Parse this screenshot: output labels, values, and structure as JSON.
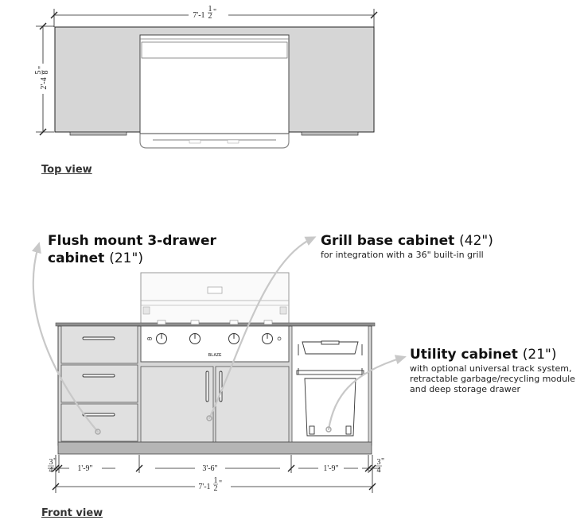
{
  "top_view": {
    "label": "Top view",
    "width_dim": {
      "feet": "7'-1",
      "num": "1",
      "den": "2",
      "suffix": "\""
    },
    "depth_dim": {
      "feet": "2'-4",
      "num": "5",
      "den": "8",
      "suffix": "\""
    }
  },
  "front_view": {
    "label": "Front view",
    "dims": {
      "left_edge": {
        "num": "3",
        "den": "4",
        "suffix": "\""
      },
      "drawer_cabinet": "1'-9\"",
      "grill_cabinet": "3'-6\"",
      "utility_cabinet": "1'-9\"",
      "right_edge": {
        "num": "3",
        "den": "4",
        "suffix": "\""
      },
      "total": {
        "feet": "7'-1",
        "num": "1",
        "den": "2",
        "suffix": "\""
      }
    },
    "grill_brand": "BLAZE"
  },
  "callouts": {
    "drawer": {
      "title_line1": "Flush mount 3-drawer",
      "title_line2": "cabinet",
      "size": "(21\")"
    },
    "grill": {
      "title": "Grill base cabinet",
      "size": "(42\")",
      "desc": "for integration with a 36\" built-in grill"
    },
    "utility": {
      "title": "Utility cabinet",
      "size": "(21\")",
      "desc1": "with optional universal track system,",
      "desc2": "retractable garbage/recycling module",
      "desc3": "and deep storage drawer"
    }
  }
}
